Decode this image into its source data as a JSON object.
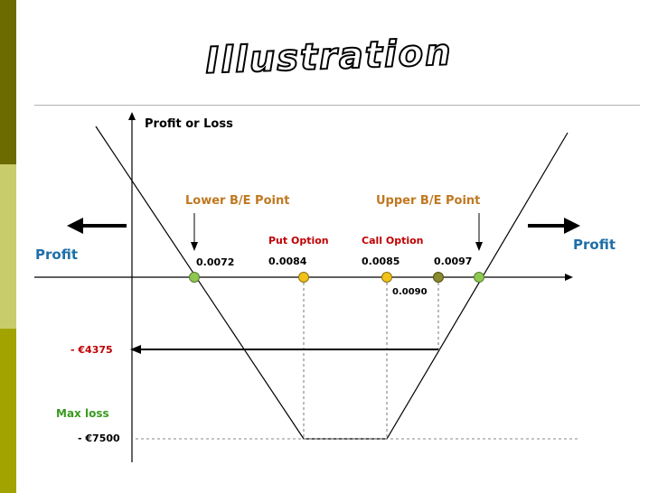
{
  "title": "Illustration",
  "axis": {
    "y_label": "Profit or Loss"
  },
  "labels": {
    "lower_be": "Lower B/E Point",
    "upper_be": "Upper B/E Point",
    "put_option": "Put Option",
    "call_option": "Call Option",
    "profit_left": "Profit",
    "profit_right": "Profit",
    "max_loss": "Max loss",
    "loss_4375": "- €4375",
    "loss_7500": "- €7500"
  },
  "points": {
    "lower_be": "0.0072",
    "put": "0.0084",
    "call": "0.0085",
    "upper_be": "0.0097",
    "mid": "0.0090"
  },
  "colors": {
    "sidebar_dark": "#6b6b00",
    "sidebar_light": "#c8cc6a",
    "sidebar_mid": "#a3a300",
    "be_label": "#c07820",
    "option_label": "#c00000",
    "profit_label": "#1f6fa8",
    "max_loss_label": "#3a9a20",
    "loss_value": "#c00000",
    "point_green": "#8fc850",
    "point_yellow": "#f2c21a",
    "point_olive": "#8a8a30"
  }
}
